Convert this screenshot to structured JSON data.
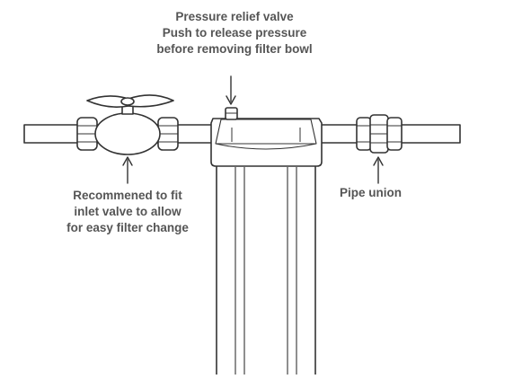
{
  "labels": {
    "pressure_relief": {
      "line1": "Pressure relief valve",
      "line2": "Push to release pressure",
      "line3": "before removing filter bowl"
    },
    "inlet_valve": {
      "line1": "Recommened to fit",
      "line2": "inlet valve to allow",
      "line3": "for easy filter change"
    },
    "pipe_union": {
      "line1": "Pipe union"
    }
  },
  "colors": {
    "line": "#333333",
    "text": "#555555",
    "background": "#ffffff"
  }
}
